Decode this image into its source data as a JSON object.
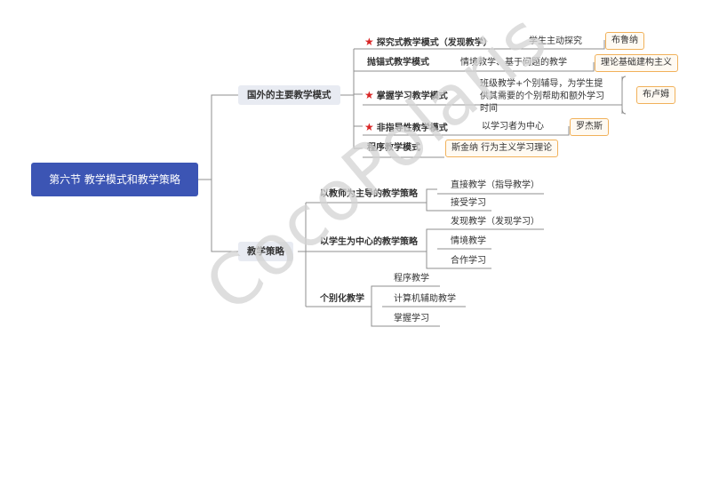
{
  "root": "第六节 教学模式和教学策略",
  "foreign": {
    "label": "国外的主要教学模式",
    "inquiry": {
      "label": "探究式教学模式（发现教学）",
      "detail": "学生主动探究",
      "person": "布鲁纳"
    },
    "anchored": {
      "label": "抛锚式教学模式",
      "detail": "情境教学、基于问题的教学",
      "theory": "理论基础建构主义"
    },
    "mastery": {
      "label": "掌握学习教学模式",
      "detail": [
        "班级教学+个别辅导，为学生提",
        "供其需要的个别帮助和额外学习",
        "时间"
      ],
      "person": "布卢姆"
    },
    "nondirective": {
      "label": "非指导性教学模式",
      "detail": "以学习者为中心",
      "person": "罗杰斯"
    },
    "programmed": {
      "label": "程序教学模式",
      "person": "斯金纳 行为主义学习理论"
    }
  },
  "strategy": {
    "label": "教学策略",
    "teacher": {
      "label": "以教师为主导的教学策略",
      "items": [
        "直接教学（指导教学）",
        "接受学习"
      ]
    },
    "student": {
      "label": "以学生为中心的教学策略",
      "items": [
        "发现教学（发现学习）",
        "情境教学",
        "合作学习"
      ]
    },
    "individual": {
      "label": "个别化教学",
      "items": [
        "程序教学",
        "计算机辅助教学",
        "掌握学习"
      ]
    }
  },
  "watermark": "CocoPolaris",
  "colors": {
    "root": "#3c55b4",
    "accent_box": "#f1b15a",
    "star": "#d92626",
    "line": "#8a8a8a"
  }
}
